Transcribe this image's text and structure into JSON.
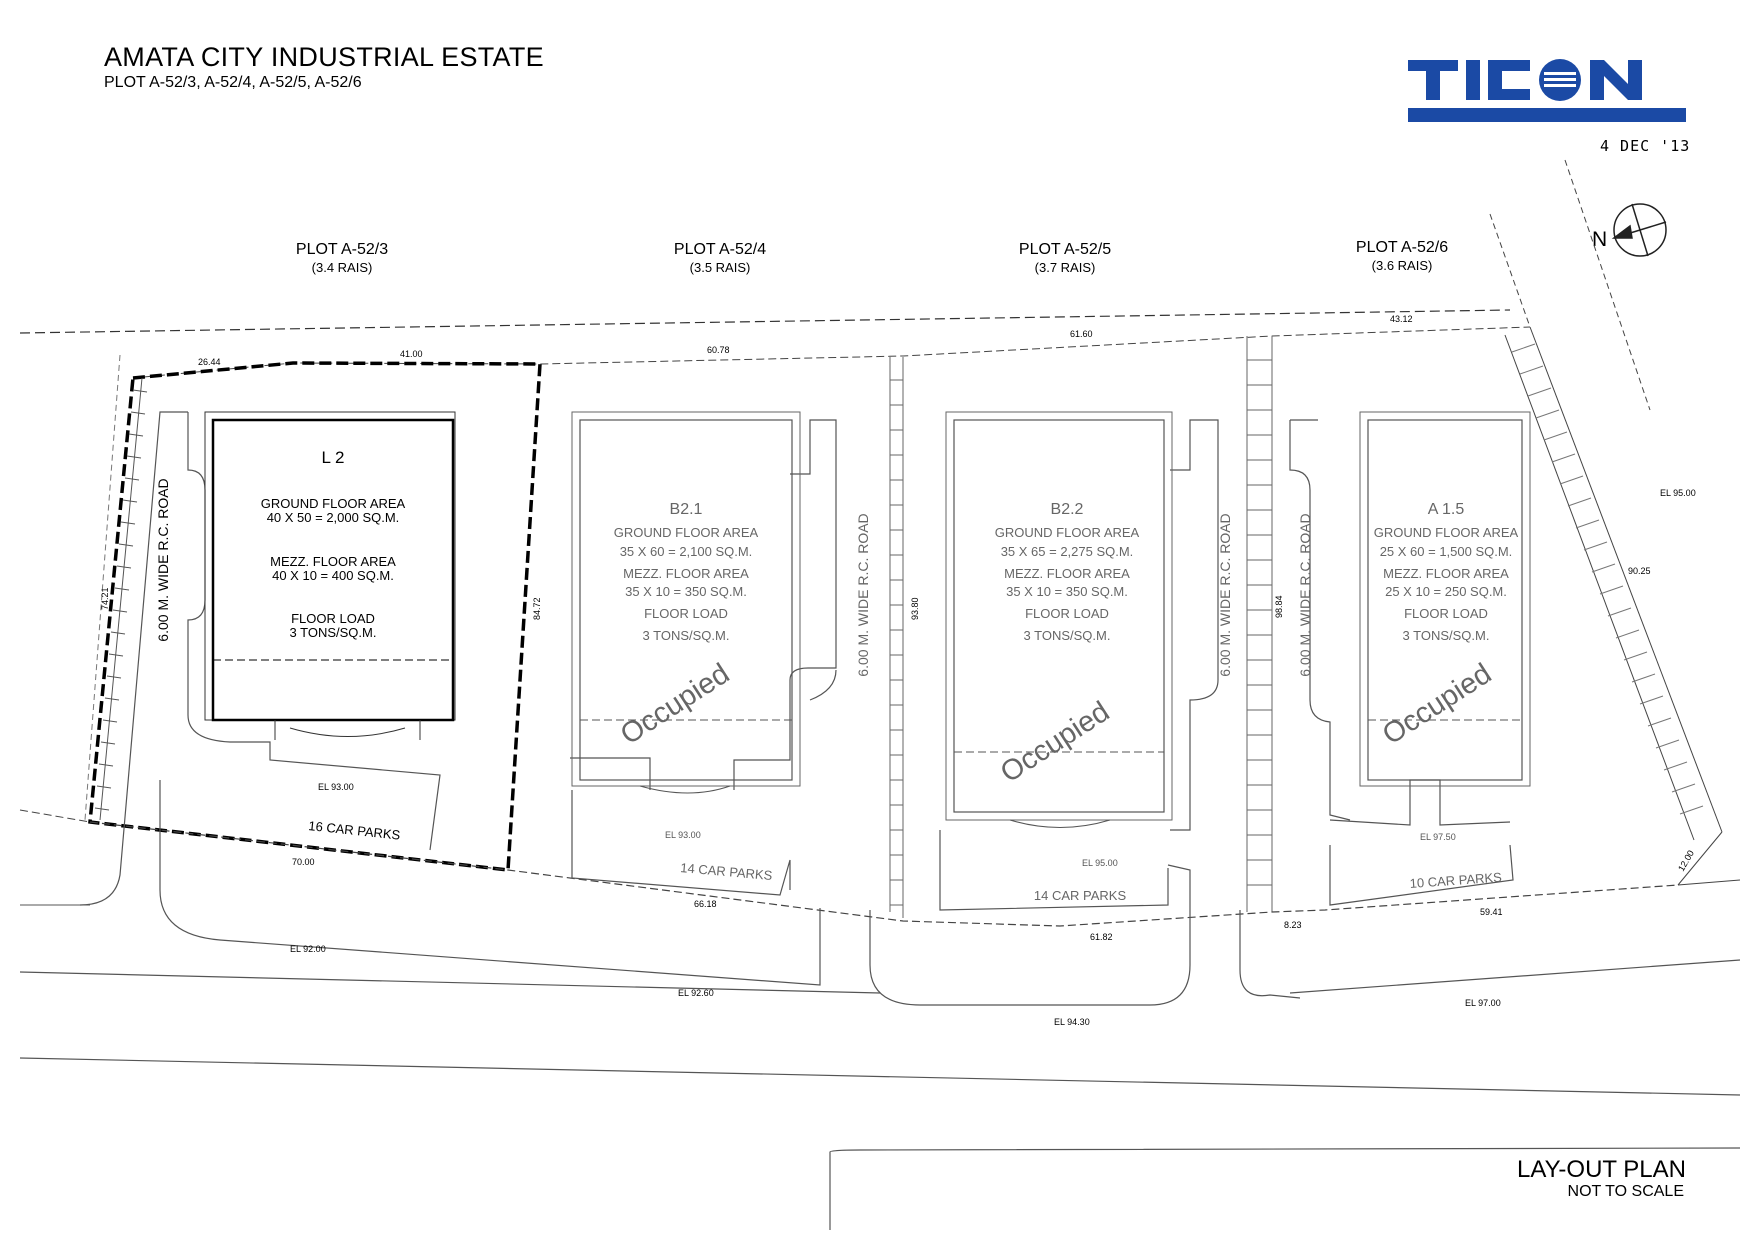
{
  "header": {
    "title": "AMATA CITY INDUSTRIAL ESTATE",
    "subtitle": "PLOT A-52/3, A-52/4, A-52/5, A-52/6",
    "logo_text": "TICON",
    "date": "4 DEC '13",
    "brand_color": "#1b4aa5"
  },
  "north_label": "N",
  "plots": [
    {
      "name": "PLOT A-52/3",
      "area": "(3.4 RAIS)"
    },
    {
      "name": "PLOT A-52/4",
      "area": "(3.5 RAIS)"
    },
    {
      "name": "PLOT A-52/5",
      "area": "(3.7 RAIS)"
    },
    {
      "name": "PLOT A-52/6",
      "area": "(3.6 RAIS)"
    }
  ],
  "buildings": [
    {
      "id": "L 2",
      "gfa_label": "GROUND FLOOR AREA",
      "gfa": "40 X 50 = 2,000 SQ.M.",
      "mezz_label": "MEZZ. FLOOR AREA",
      "mezz": "40 X 10 = 400 SQ.M.",
      "load_label": "FLOOR LOAD",
      "load": "3 TONS/SQ.M.",
      "status": ""
    },
    {
      "id": "B2.1",
      "gfa_label": "GROUND FLOOR AREA",
      "gfa": "35 X 60 = 2,100 SQ.M.",
      "mezz_label": "MEZZ. FLOOR AREA",
      "mezz": "35 X 10 = 350 SQ.M.",
      "load_label": "FLOOR LOAD",
      "load": "3 TONS/SQ.M.",
      "status": "Occupied"
    },
    {
      "id": "B2.2",
      "gfa_label": "GROUND FLOOR AREA",
      "gfa": "35 X 65 = 2,275 SQ.M.",
      "mezz_label": "MEZZ. FLOOR AREA",
      "mezz": "35 X 10 = 350 SQ.M.",
      "load_label": "FLOOR LOAD",
      "load": "3 TONS/SQ.M.",
      "status": "Occupied"
    },
    {
      "id": "A 1.5",
      "gfa_label": "GROUND FLOOR AREA",
      "gfa": "25 X 60 = 1,500 SQ.M.",
      "mezz_label": "MEZZ. FLOOR AREA",
      "mezz": "25 X 10 = 250 SQ.M.",
      "load_label": "FLOOR LOAD",
      "load": "3 TONS/SQ.M.",
      "status": "Occupied"
    }
  ],
  "roads": {
    "label": "6.00 M.  WIDE R.C. ROAD"
  },
  "car_parks": [
    "16 CAR PARKS",
    "14 CAR PARKS",
    "14 CAR PARKS",
    "10 CAR PARKS"
  ],
  "dimensions": {
    "d1": "26.44",
    "d2": "41.00",
    "d3": "60.78",
    "d4": "61.60",
    "d5": "43.12",
    "d6": "74.21",
    "d7": "84.72",
    "d8": "93.80",
    "d9": "98.84",
    "d10": "90.25",
    "d11": "70.00",
    "d12": "66.18",
    "d13": "61.82",
    "d14": "8.23",
    "d15": "59.41",
    "d16": "12.00"
  },
  "elevations": {
    "e1": "EL 93.00",
    "e2": "EL 93.00",
    "e3": "EL 95.00",
    "e4": "EL 97.50",
    "e5": "EL 95.00",
    "e6": "EL 92.00",
    "e7": "EL 92.60",
    "e8": "EL 94.30",
    "e9": "EL 97.00"
  },
  "footer": {
    "plan_title": "LAY-OUT PLAN",
    "scale": "NOT TO SCALE"
  }
}
